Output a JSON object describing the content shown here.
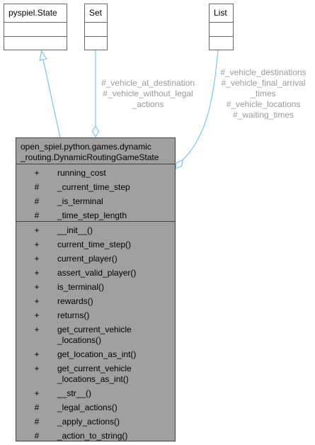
{
  "classes": {
    "pyspiel_state": {
      "name": "pyspiel.State"
    },
    "set": {
      "name": "Set"
    },
    "list": {
      "name": "List"
    }
  },
  "edge_labels": {
    "set": [
      "#_vehicle_at_destination",
      "#_vehicle_without_legal",
      "_actions"
    ],
    "list": [
      "#_vehicle_destinations",
      "#_vehicle_final_arrival",
      "_times",
      "#_vehicle_locations",
      "#_waiting_times"
    ]
  },
  "main_class": {
    "name_lines": [
      "open_spiel.python.games.dynamic",
      "_routing.DynamicRoutingGameState"
    ],
    "attributes": [
      {
        "vis": "+",
        "name": [
          "running_cost"
        ]
      },
      {
        "vis": "#",
        "name": [
          "_current_time_step"
        ]
      },
      {
        "vis": "#",
        "name": [
          "_is_terminal"
        ]
      },
      {
        "vis": "#",
        "name": [
          "_time_step_length"
        ]
      }
    ],
    "methods": [
      {
        "vis": "+",
        "name": [
          "__init__()"
        ]
      },
      {
        "vis": "+",
        "name": [
          "current_time_step()"
        ]
      },
      {
        "vis": "+",
        "name": [
          "current_player()"
        ]
      },
      {
        "vis": "+",
        "name": [
          "assert_valid_player()"
        ]
      },
      {
        "vis": "+",
        "name": [
          "is_terminal()"
        ]
      },
      {
        "vis": "+",
        "name": [
          "rewards()"
        ]
      },
      {
        "vis": "+",
        "name": [
          "returns()"
        ]
      },
      {
        "vis": "+",
        "name": [
          "get_current_vehicle",
          "_locations()"
        ]
      },
      {
        "vis": "+",
        "name": [
          "get_location_as_int()"
        ]
      },
      {
        "vis": "+",
        "name": [
          "get_current_vehicle",
          "_locations_as_int()"
        ]
      },
      {
        "vis": "+",
        "name": [
          "__str__()"
        ]
      },
      {
        "vis": "#",
        "name": [
          "_legal_actions()"
        ]
      },
      {
        "vis": "#",
        "name": [
          "_apply_actions()"
        ]
      },
      {
        "vis": "#",
        "name": [
          "_action_to_string()"
        ]
      }
    ]
  },
  "colors": {
    "edge": "#63b8ff",
    "label": "#9a9a9a",
    "main_fill": "#a0a0a0",
    "border": "#666666"
  }
}
